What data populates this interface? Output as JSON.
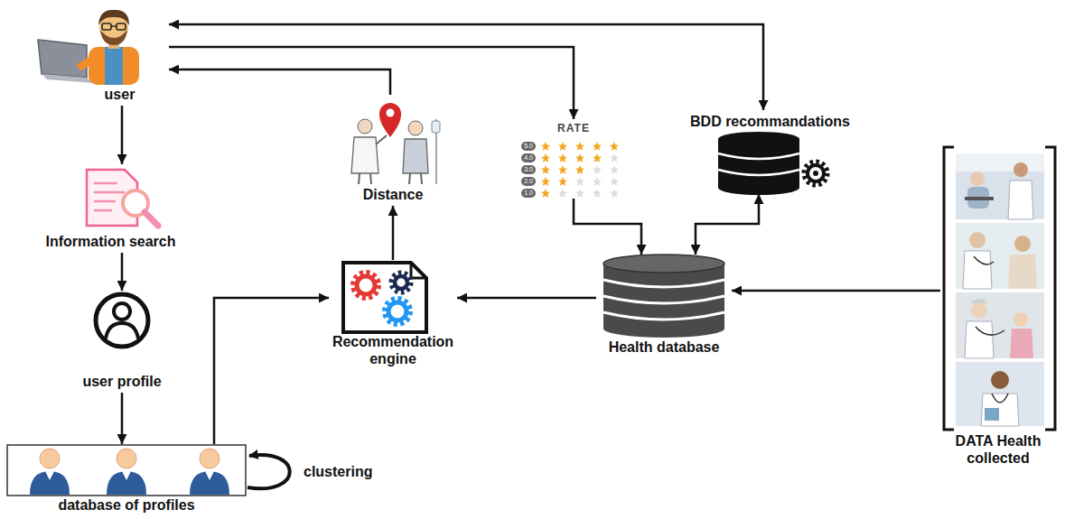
{
  "diagram": {
    "nodes": [
      {
        "text": [
          "user"
        ]
      },
      {
        "text": [
          "Information search"
        ]
      },
      {
        "text": [
          "user profile"
        ]
      },
      {
        "text": [
          "database of profiles"
        ]
      },
      {
        "text": [
          "Recommendation engine"
        ]
      },
      {
        "text": [
          "Distance"
        ]
      },
      {
        "text": [
          "RATE"
        ]
      },
      {
        "text": [
          "BDD recommandations"
        ]
      },
      {
        "text": [
          "Health database"
        ]
      },
      {
        "text": [
          "DATA Health collected"
        ]
      }
    ],
    "edges": [
      {
        "from": 0,
        "to": 1,
        "arrow": "to"
      },
      {
        "from": 1,
        "to": 2,
        "arrow": "to"
      },
      {
        "from": 2,
        "to": 3,
        "arrow": "to"
      },
      {
        "from": 3,
        "to": 4,
        "arrow": "to"
      },
      {
        "from": 8,
        "to": 4,
        "arrow": "to"
      },
      {
        "from": 4,
        "to": 5,
        "arrow": "to"
      },
      {
        "from": 5,
        "to": 0,
        "arrow": "to"
      },
      {
        "from": 0,
        "to": 6,
        "arrow": "to"
      },
      {
        "from": 6,
        "to": 8,
        "arrow": "to"
      },
      {
        "from": 7,
        "to": 8,
        "arrow": "both"
      },
      {
        "from": 0,
        "to": 7,
        "arrow": "both"
      },
      {
        "from": 9,
        "to": 8,
        "arrow": "to"
      }
    ],
    "labels": [
      "clustering",
      "5.0",
      "4.0",
      "3.0",
      "2.0",
      "1.0"
    ]
  }
}
